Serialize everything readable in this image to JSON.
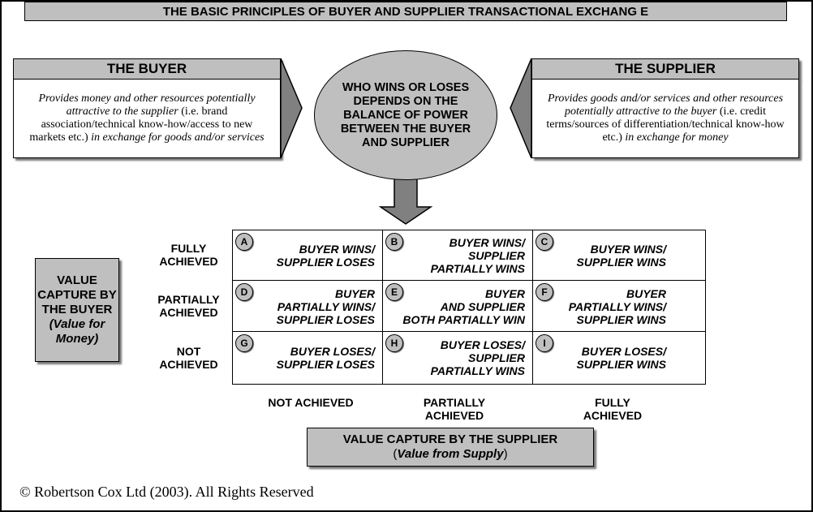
{
  "title": "THE BASIC PRINCIPLES OF BUYER AND SUPPLIER TRANSACTIONAL EXCHANG E",
  "buyer": {
    "header": "THE BUYER",
    "desc_italic_1": "Provides money and other resources potentially attractive to the supplier",
    "desc_plain": " (i.e. brand association/technical know-how/access to new markets etc.) ",
    "desc_italic_2": "in exchange for goods and/or services"
  },
  "supplier": {
    "header": "THE SUPPLIER",
    "desc_italic_1": "Provides goods and/or services and other resources potentially attractive to the buyer",
    "desc_plain": " (i.e. credit terms/sources of differentiation/technical know-how etc.) ",
    "desc_italic_2": "in exchange for money"
  },
  "center": "WHO WINS OR LOSES DEPENDS ON THE BALANCE OF POWER BETWEEN THE BUYER AND SUPPLIER",
  "row_labels": [
    "FULLY ACHIEVED",
    "PARTIALLY ACHIEVED",
    "NOT ACHIEVED"
  ],
  "col_labels": [
    "NOT ACHIEVED",
    "PARTIALLY ACHIEVED",
    "FULLY ACHIEVED"
  ],
  "cells": [
    {
      "letter": "A",
      "text": "BUYER WINS/\nSUPPLIER LOSES"
    },
    {
      "letter": "B",
      "text": "BUYER WINS/\nSUPPLIER\nPARTIALLY WINS"
    },
    {
      "letter": "C",
      "text": "BUYER WINS/\nSUPPLIER WINS"
    },
    {
      "letter": "D",
      "text": "BUYER\nPARTIALLY WINS/\nSUPPLIER LOSES"
    },
    {
      "letter": "E",
      "text": "BUYER\nAND SUPPLIER\nBOTH PARTIALLY WIN"
    },
    {
      "letter": "F",
      "text": "BUYER\nPARTIALLY WINS/\nSUPPLIER WINS"
    },
    {
      "letter": "G",
      "text": "BUYER LOSES/\nSUPPLIER LOSES"
    },
    {
      "letter": "H",
      "text": "BUYER LOSES/\nSUPPLIER\nPARTIALLY WINS"
    },
    {
      "letter": "I",
      "text": "BUYER LOSES/\nSUPPLIER WINS"
    }
  ],
  "buyer_axis": {
    "main": "VALUE CAPTURE BY THE BUYER",
    "sub": "(Value for Money)"
  },
  "supplier_axis": {
    "main": "VALUE CAPTURE BY THE SUPPLIER",
    "sub_open": "(",
    "sub": "Value from Supply",
    "sub_close": ")"
  },
  "copyright": "© Robertson Cox Ltd (2003). All Rights Reserved",
  "colors": {
    "fill": "#bfbfbf",
    "arrow": "#808080"
  }
}
